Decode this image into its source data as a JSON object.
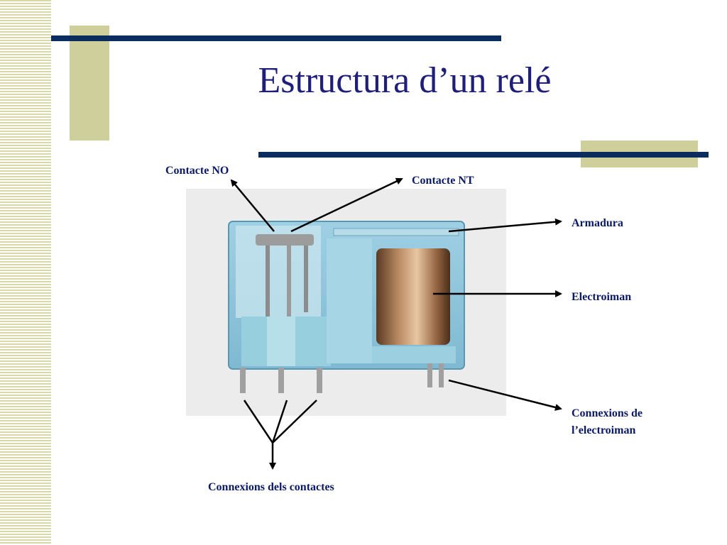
{
  "slide": {
    "title": "Estructura d’un relé"
  },
  "labels": {
    "contacte_no": "Contacte NO",
    "contacte_nt": "Contacte NT",
    "armadura": "Armadura",
    "electroiman": "Electroiman",
    "connexions_electroiman_1": "Connexions de",
    "connexions_electroiman_2": "l’electroiman",
    "connexions_contactes": "Connexions dels contactes"
  },
  "colors": {
    "title": "#1f1f7a",
    "accent_line": "#0b2d5e",
    "accent_block": "#cfcf9b",
    "relay_case": "#a8d8e8"
  }
}
